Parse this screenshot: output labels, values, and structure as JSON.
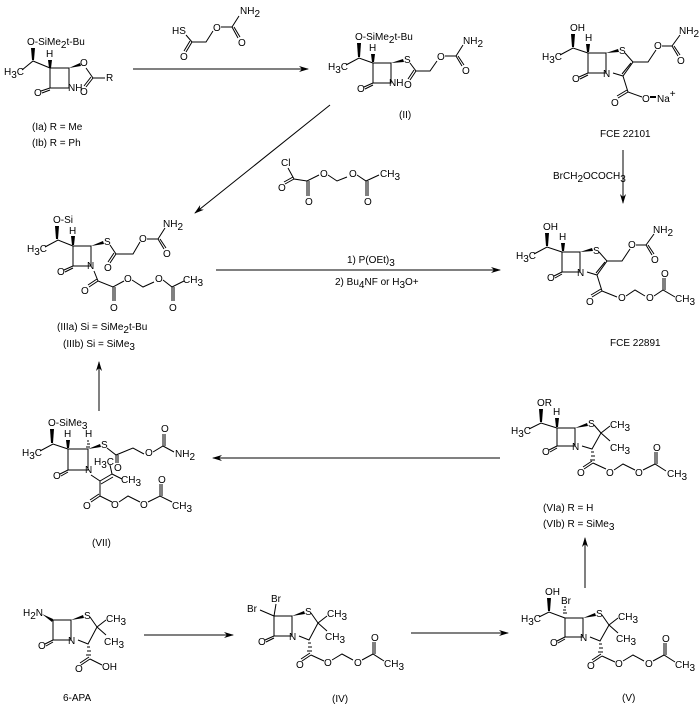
{
  "scheme": {
    "compounds": {
      "Ia_Ib": {
        "label_a": "(Ia)  R = Me",
        "label_b": "(Ib)  R = Ph",
        "atoms": {
          "osi": "O-SiMe",
          "osi_sub": "2",
          "osi_tail": "t-Bu",
          "h": "H",
          "h3c": "H",
          "h3c_sub": "3",
          "h3c_c": "C",
          "o_ring": "O",
          "nh": "NH",
          "o_ester": "O",
          "o_carbonyl": "O",
          "r": "R"
        }
      },
      "thioacid_reagent": {
        "atoms": {
          "hs": "HS",
          "o_carbonyl": "O",
          "o_ester": "O",
          "nh2": "NH",
          "nh2_sub": "2",
          "o_carbamate": "O"
        }
      },
      "II": {
        "label": "(II)",
        "atoms": {
          "osi": "O-SiMe",
          "osi_sub": "2",
          "osi_tail": "t-Bu",
          "h": "H",
          "h3c": "H",
          "h3c_sub": "3",
          "h3c_c": "C",
          "o_ring": "O",
          "nh": "NH",
          "s": "S",
          "o_carbonyl": "O",
          "o_ester": "O",
          "nh2": "NH",
          "nh2_sub": "2",
          "o_carbamate": "O"
        }
      },
      "FCE22101": {
        "label": "FCE 22101",
        "atoms": {
          "oh": "OH",
          "h": "H",
          "h3c": "H",
          "h3c_sub": "3",
          "h3c_c": "C",
          "s": "S",
          "n": "N",
          "o_ring": "O",
          "o_carbamate_link": "O",
          "nh2": "NH",
          "nh2_sub": "2",
          "o_carbamate": "O",
          "o_carboxyl": "O",
          "o_minus": "O",
          "na": "Na",
          "na_charge": "+"
        }
      },
      "oxalyl_reagent": {
        "atoms": {
          "cl": "Cl",
          "o1": "O",
          "o2": "O",
          "o_ester": "O",
          "o_ether": "O",
          "ch3": "CH",
          "ch3_sub": "3",
          "o_acetyl": "O"
        }
      },
      "III": {
        "label_a": "(IIIa) Si  =  SiMe",
        "label_a_sub": "2",
        "label_a_tail": "t-Bu",
        "label_b": "(IIIb) Si  =  SiMe",
        "label_b_sub": "3",
        "atoms": {
          "osi": "O-Si",
          "h": "H",
          "h3c": "H",
          "h3c_sub": "3",
          "h3c_c": "C",
          "s": "S",
          "n": "N",
          "o_ring": "O",
          "o_thioester": "O",
          "o_carbamate_link": "O",
          "nh2": "NH",
          "nh2_sub": "2",
          "o_carbamate": "O",
          "o_oxalyl": "O",
          "o_oxalyl2": "O",
          "o_ester": "O",
          "o_ether": "O",
          "ch3": "CH",
          "ch3_sub": "3",
          "o_acetyl": "O"
        }
      },
      "FCE22891": {
        "label": "FCE 22891",
        "atoms": {
          "oh": "OH",
          "h": "H",
          "h3c": "H",
          "h3c_sub": "3",
          "h3c_c": "C",
          "s": "S",
          "n": "N",
          "o_ring": "O",
          "o_carbamate_link": "O",
          "nh2": "NH",
          "nh2_sub": "2",
          "o_carbamate": "O",
          "o_carboxyl": "O",
          "o_ester": "O",
          "o_ether": "O",
          "o_acetyl": "O",
          "ch3": "CH",
          "ch3_sub": "3"
        }
      },
      "VII": {
        "label": "(VII)",
        "atoms": {
          "osi": "O-SiMe",
          "osi_sub": "3",
          "h1": "H",
          "h2": "H",
          "h3c": "H",
          "h3c_sub": "3",
          "h3c_c": "C",
          "s": "S",
          "n": "N",
          "o_ring": "O",
          "o_thioester": "O",
          "o_carbamate_link": "O",
          "o_carbamate": "O",
          "nh2": "NH",
          "nh2_sub": "2",
          "h3c_vinyl": "H",
          "h3c_vinyl_sub": "3",
          "h3c_vinyl_c": "C",
          "ch3_vinyl": "CH",
          "ch3_vinyl_sub": "3",
          "o_carboxyl": "O",
          "o_ester": "O",
          "o_ether": "O",
          "o_acetyl": "O",
          "ch3": "CH",
          "ch3_sub": "3"
        }
      },
      "VI": {
        "label_a": "(VIa)  R = H",
        "label_b": "(VIb)  R = SiMe",
        "label_b_sub": "3",
        "atoms": {
          "or": "OR",
          "h": "H",
          "h3c": "H",
          "h3c_sub": "3",
          "h3c_c": "C",
          "s": "S",
          "ch3a": "CH",
          "ch3a_sub": "3",
          "ch3b": "CH",
          "ch3b_sub": "3",
          "n": "N",
          "o_ring": "O",
          "o_carboxyl": "O",
          "o_ester": "O",
          "o_ether": "O",
          "o_acetyl": "O",
          "ch3": "CH",
          "ch3_sub": "3"
        }
      },
      "6APA": {
        "label": "6-APA",
        "atoms": {
          "h2n": "H",
          "h2n_sub": "2",
          "h2n_n": "N",
          "s": "S",
          "ch3a": "CH",
          "ch3a_sub": "3",
          "ch3b": "CH",
          "ch3b_sub": "3",
          "n": "N",
          "o_ring": "O",
          "o_carboxyl": "O",
          "oh": "OH"
        }
      },
      "IV": {
        "label": "(IV)",
        "atoms": {
          "br1": "Br",
          "br2": "Br",
          "s": "S",
          "ch3a": "CH",
          "ch3a_sub": "3",
          "ch3b": "CH",
          "ch3b_sub": "3",
          "n": "N",
          "o_ring": "O",
          "o_carboxyl": "O",
          "o_ester": "O",
          "o_ether": "O",
          "o_acetyl": "O",
          "ch3": "CH",
          "ch3_sub": "3"
        }
      },
      "V": {
        "label": "(V)",
        "atoms": {
          "oh": "OH",
          "br": "Br",
          "h3c": "H",
          "h3c_sub": "3",
          "h3c_c": "C",
          "s": "S",
          "ch3a": "CH",
          "ch3a_sub": "3",
          "ch3b": "CH",
          "ch3b_sub": "3",
          "n": "N",
          "o_ring": "O",
          "o_carboxyl": "O",
          "o_ester": "O",
          "o_ether": "O",
          "o_acetyl": "O",
          "ch3": "CH",
          "ch3_sub": "3"
        }
      }
    },
    "arrows": {
      "I_to_II": {
        "from": "(Ia)/(Ib)",
        "to": "(II)",
        "reagent": "thioacid_reagent"
      },
      "II_to_III": {
        "from": "(II)",
        "to": "(III)",
        "reagent": "oxalyl_reagent"
      },
      "III_to_FCE22891": {
        "from": "(III)",
        "to": "FCE 22891",
        "step1": "1) P(OEt)",
        "step1_sub": "3",
        "step2_a": "2) Bu",
        "step2_sub1": "4",
        "step2_b": "NF or H",
        "step2_sub2": "3",
        "step2_c": "O+"
      },
      "FCE22101_to_FCE22891": {
        "from": "FCE 22101",
        "to": "FCE 22891",
        "reagent_a": "BrCH",
        "reagent_sub1": "2",
        "reagent_b": "OCOCH",
        "reagent_sub2": "3"
      },
      "VI_to_VII": {
        "from": "(VI)",
        "to": "(VII)"
      },
      "VII_to_III": {
        "from": "(VII)",
        "to": "(III)"
      },
      "6APA_to_IV": {
        "from": "6-APA",
        "to": "(IV)"
      },
      "IV_to_V": {
        "from": "(IV)",
        "to": "(V)"
      },
      "V_to_VI": {
        "from": "(V)",
        "to": "(VI)"
      }
    }
  }
}
